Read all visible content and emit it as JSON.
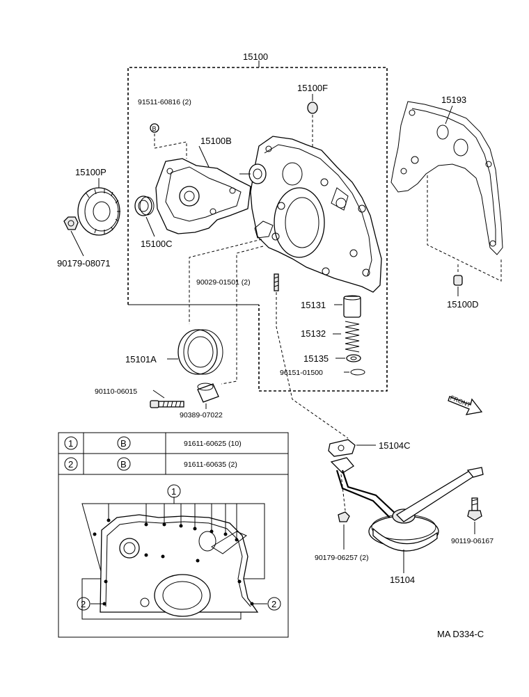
{
  "labels": {
    "assy": "15100",
    "p15100F": "15100F",
    "p15193": "15193",
    "bolt_b": "91511-60816 (2)",
    "p15100B": "15100B",
    "p15100P": "15100P",
    "p15100C": "15100C",
    "p90179_08071": "90179-08071",
    "p90029": "90029-01501 (2)",
    "p15131": "15131",
    "p15132": "15132",
    "p15135": "15135",
    "p96151": "96151-01500",
    "p15100D": "15100D",
    "p15101A": "15101A",
    "p90110": "90110-06015",
    "p90389": "90389-07022",
    "p15104C": "15104C",
    "p90179_06257": "90179-06257 (2)",
    "p15104": "15104",
    "p90119": "90119-06167",
    "front": "FRONT",
    "diagram_code": "MA D334-C",
    "circle_b": "B"
  },
  "bolt_table": {
    "rows": [
      {
        "ref": "1",
        "type": "B",
        "part": "91611-60625 (10)"
      },
      {
        "ref": "2",
        "type": "B",
        "part": "91611-60635 (2)"
      }
    ]
  },
  "callouts": [
    "1",
    "2",
    "2"
  ]
}
